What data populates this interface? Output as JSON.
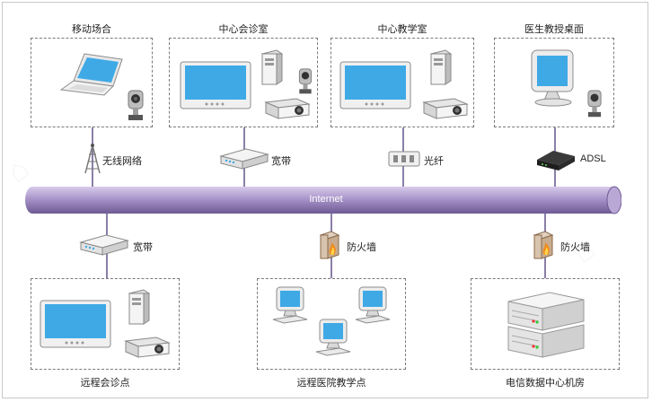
{
  "top_sites": [
    {
      "title": "移动场合"
    },
    {
      "title": "中心会诊室"
    },
    {
      "title": "中心教学室"
    },
    {
      "title": "医生教授桌面"
    }
  ],
  "top_links": [
    {
      "label": "无线网络",
      "icon": "wireless-tower-icon"
    },
    {
      "label": "宽带",
      "icon": "broadband-router-icon"
    },
    {
      "label": "光纤",
      "icon": "fiber-panel-icon"
    },
    {
      "label": "ADSL",
      "icon": "adsl-modem-icon"
    }
  ],
  "backbone": {
    "label": "Internet"
  },
  "bottom_links": [
    {
      "label": "宽带",
      "icon": "broadband-router-icon"
    },
    {
      "label": "防火墙",
      "icon": "firewall-icon"
    },
    {
      "label": "防火墙",
      "icon": "firewall-icon"
    }
  ],
  "bottom_sites": [
    {
      "title": "远程会诊点"
    },
    {
      "title": "远程医院教学点"
    },
    {
      "title": "电信数据中心机房"
    }
  ],
  "colors": {
    "backbone": "#a995c9",
    "connector": "#8a7fa8",
    "screen": "#3fa9e6",
    "box_border": "#7a7a7a"
  }
}
